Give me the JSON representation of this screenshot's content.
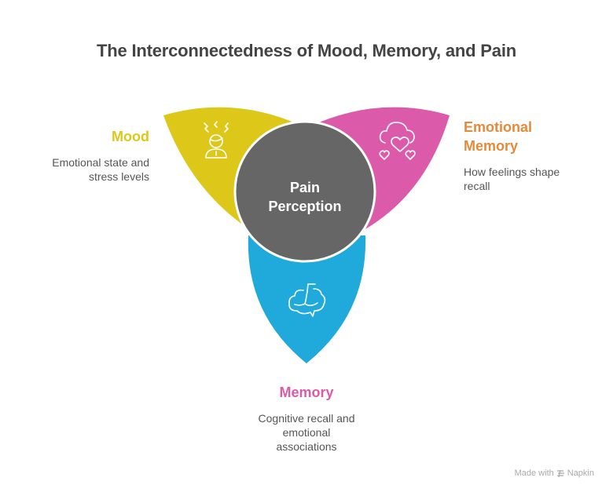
{
  "title": "The Interconnectedness of Mood, Memory, and Pain",
  "center": {
    "label_line1": "Pain",
    "label_line2": "Perception",
    "color": "#666666"
  },
  "petals": [
    {
      "id": "mood",
      "heading": "Mood",
      "description_line1": "Emotional state and",
      "description_line2": "stress levels",
      "petal_color": "#DDC718",
      "heading_color": "#DDC718",
      "icon": "stressed-person-icon"
    },
    {
      "id": "emotional-memory",
      "heading_line1": "Emotional",
      "heading_line2": "Memory",
      "description_line1": "How feelings shape",
      "description_line2": "recall",
      "petal_color": "#DC5AAA",
      "heading_color": "#E48A3A",
      "icon": "cloud-hearts-icon"
    },
    {
      "id": "memory",
      "heading": "Memory",
      "description_line1": "Cognitive recall and",
      "description_line2": "emotional",
      "description_line3": "associations",
      "petal_color": "#20AADB",
      "heading_color": "#DC5AAA",
      "icon": "brain-icon"
    }
  ],
  "footer": {
    "made_with": "Made with",
    "brand": "Napkin"
  }
}
